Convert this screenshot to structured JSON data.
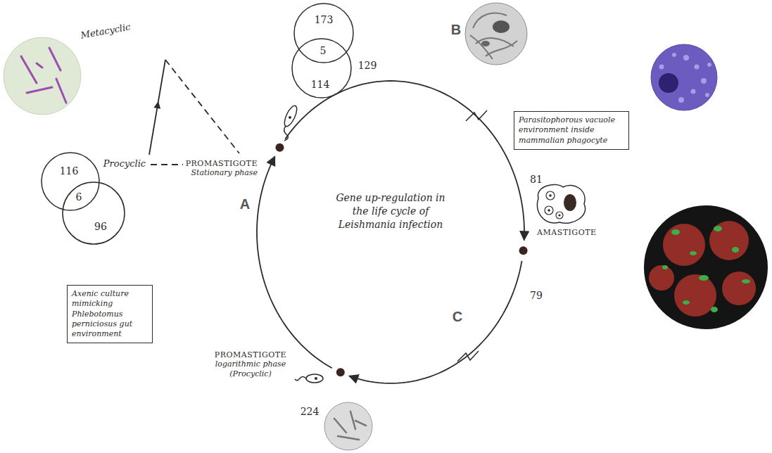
{
  "diagram": {
    "nodes": [
      {
        "text": [
          "173"
        ]
      },
      {
        "text": [
          "114"
        ]
      },
      {
        "text": [
          "116"
        ]
      },
      {
        "text": [
          "96"
        ]
      },
      {
        "text": [
          "PROMASTIGOTE",
          "Stationary phase"
        ]
      },
      {
        "text": [
          "Parasitophorous vacuole environment inside mammalian phagocyte"
        ]
      },
      {
        "text": [
          "AMASTIGOTE"
        ]
      },
      {
        "text": [
          "PROMASTIGOTE",
          "logarithmic phase (Procyclic)"
        ]
      },
      {
        "text": [
          "Axenic culture mimicking Phlebotomus perniciosus gut environment"
        ]
      }
    ],
    "edges": [
      {
        "from": 4,
        "to": 6,
        "arrow": "to"
      },
      {
        "from": 6,
        "to": 7,
        "arrow": "to"
      },
      {
        "from": 7,
        "to": 4,
        "arrow": "to"
      }
    ],
    "labels": [
      "Metacyclic",
      "5",
      "Procyclic",
      "6",
      "129",
      "B",
      "81",
      "79",
      "C",
      "224",
      "A",
      "Gene up-regulation in the life cycle of Leishmania infection"
    ]
  }
}
